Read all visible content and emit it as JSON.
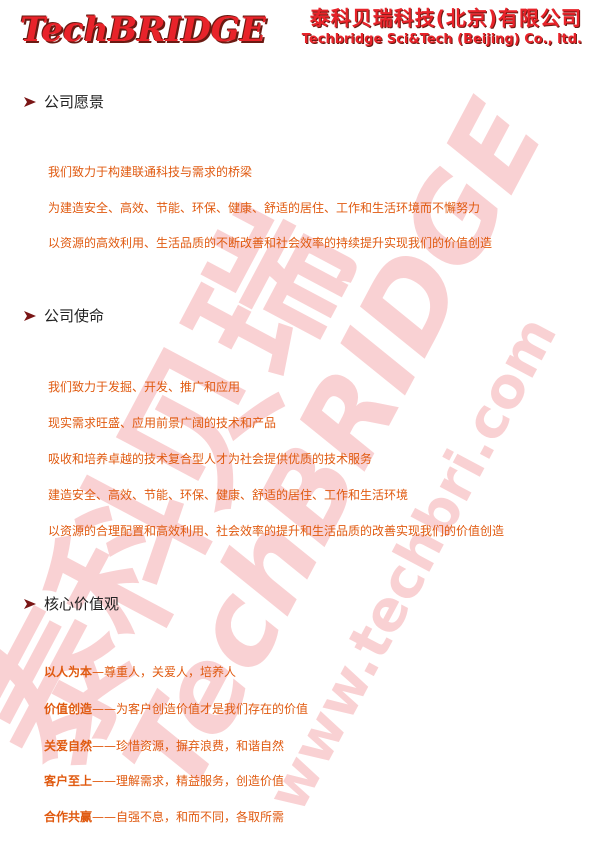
{
  "header": {
    "logo": "TechBRIDGE",
    "company_cn": "泰科贝瑞科技(北京)有限公司",
    "company_en": "Techbridge Sci&Tech (Beijing) Co., ltd."
  },
  "sections": [
    {
      "title": "公司愿景",
      "lines": [
        "我们致力于构建联通科技与需求的桥梁",
        "为建造安全、高效、节能、环保、健康、舒适的居住、工作和生活环境而不懈努力",
        "以资源的高效利用、生活品质的不断改善和社会效率的持续提升实现我们的价值创造"
      ]
    },
    {
      "title": "公司使命",
      "lines": [
        "我们致力于发掘、开发、推广和应用",
        "现实需求旺盛、应用前景广阔的技术和产品",
        "吸收和培养卓越的技术复合型人才为社会提供优质的技术服务",
        "建造安全、高效、节能、环保、健康、舒适的居住、工作和生活环境",
        "以资源的合理配置和高效利用、社会效率的提升和生活品质的改善实现我们的价值创造"
      ]
    },
    {
      "title": "核心价值观",
      "values": [
        {
          "key": "以人为本",
          "desc": "—尊重人，关爱人，培养人"
        },
        {
          "key": "价值创造",
          "desc": "——为客户创造价值才是我们存在的价值"
        },
        {
          "key": "关爱自然",
          "desc": "——珍惜资源，摒弃浪费，和谐自然"
        },
        {
          "key": "客户至上",
          "desc": "——理解需求，精益服务，创造价值"
        },
        {
          "key": "合作共赢",
          "desc": "——自强不息，和而不同，各取所需"
        }
      ]
    }
  ],
  "watermark": {
    "cn": "泰科贝瑞",
    "en": "TechBRIDGE",
    "url": "www.techbri.com"
  },
  "colors": {
    "brand_red": "#e8232a",
    "text_orange": "#e05a10",
    "watermark_pink": "#f7b8ba"
  }
}
